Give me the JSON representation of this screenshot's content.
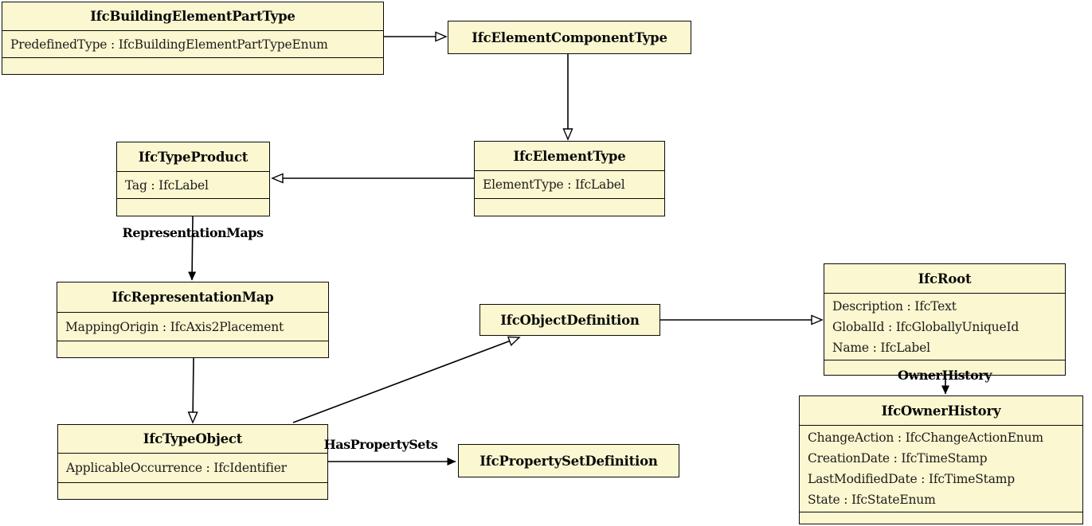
{
  "diagram": {
    "title": "IFC class diagram",
    "colors": {
      "node_fill": "#FBF7D0",
      "node_border": "#0A0A0A",
      "line": "#000000"
    },
    "nodes": {
      "building_element_part_type": {
        "title": "IfcBuildingElementPartType",
        "attributes": [
          "PredefinedType : IfcBuildingElementPartTypeEnum"
        ]
      },
      "element_component_type": {
        "title": "IfcElementComponentType",
        "attributes": []
      },
      "type_product": {
        "title": "IfcTypeProduct",
        "attributes": [
          "Tag : IfcLabel"
        ]
      },
      "element_type": {
        "title": "IfcElementType",
        "attributes": [
          "ElementType : IfcLabel"
        ]
      },
      "representation_map": {
        "title": "IfcRepresentationMap",
        "attributes": [
          "MappingOrigin : IfcAxis2Placement"
        ]
      },
      "object_definition": {
        "title": "IfcObjectDefinition",
        "attributes": []
      },
      "root": {
        "title": "IfcRoot",
        "attributes": [
          "Description : IfcText",
          "GlobalId : IfcGloballyUniqueId",
          "Name : IfcLabel"
        ]
      },
      "type_object": {
        "title": "IfcTypeObject",
        "attributes": [
          "ApplicableOccurrence : IfcIdentifier"
        ]
      },
      "property_set_definition": {
        "title": "IfcPropertySetDefinition",
        "attributes": []
      },
      "owner_history": {
        "title": "IfcOwnerHistory",
        "attributes": [
          "ChangeAction : IfcChangeActionEnum",
          "CreationDate : IfcTimeStamp",
          "LastModifiedDate : IfcTimeStamp",
          "State : IfcStateEnum"
        ]
      }
    },
    "edge_labels": {
      "representation_maps": "RepresentationMaps",
      "owner_history": "OwnerHistory",
      "has_property_sets": "HasPropertySets"
    }
  }
}
